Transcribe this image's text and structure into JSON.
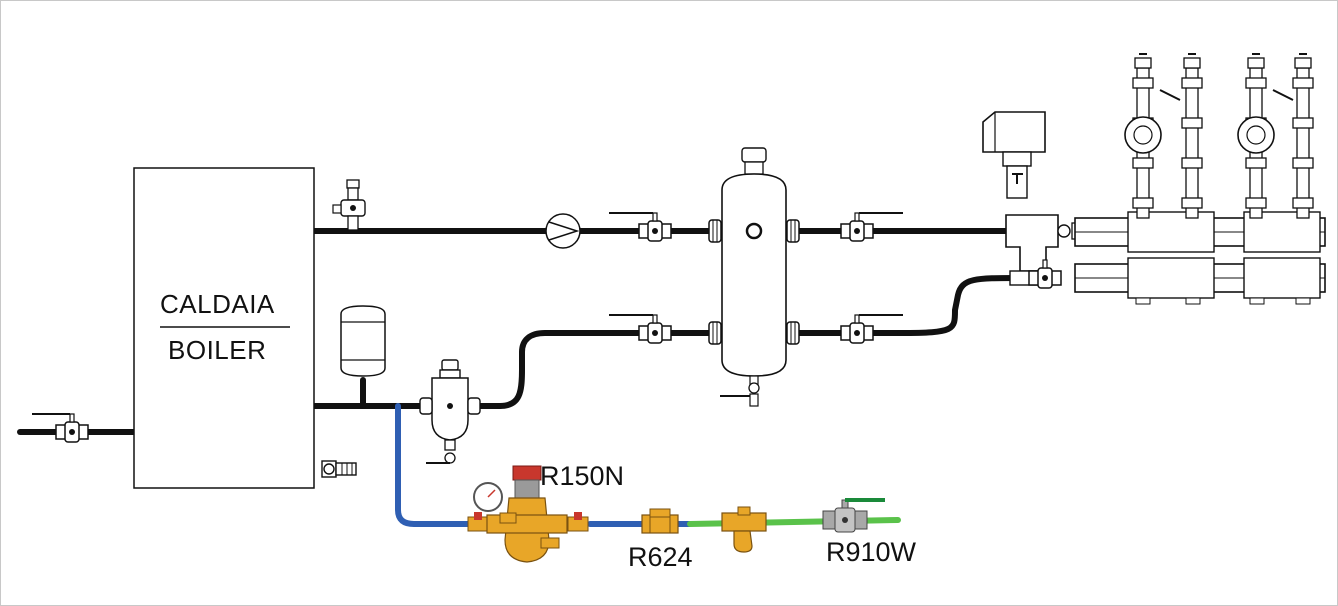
{
  "boiler": {
    "label_top": "CALDAIA",
    "label_bottom": "BOILER"
  },
  "components": {
    "pressure_reducer": "R150N",
    "check_valve": "R624",
    "ball_valve": "R910W"
  },
  "colors": {
    "pipe_main": "#111111",
    "pipe_cold_water": "#2f5fb3",
    "pipe_supply": "#5ac24a",
    "brass": "#e8a628",
    "steel": "#9a9a9a",
    "handle_red": "#c8372d",
    "handle_green": "#1a8a3a"
  },
  "icons": [
    "ball-valve-icon",
    "pump-icon",
    "hydraulic-separator-icon",
    "expansion-vessel-icon",
    "dirt-separator-icon",
    "safety-valve-icon",
    "manifold-icon",
    "circulator-icon",
    "mixing-valve-icon",
    "actuator-icon",
    "pressure-gauge-icon",
    "strainer-icon"
  ]
}
